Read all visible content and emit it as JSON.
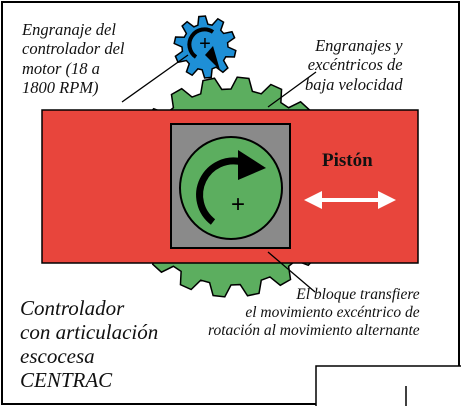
{
  "labels": {
    "motor_gear": [
      "Engranaje del",
      "controlador del",
      "motor (18 a",
      "1800 RPM)"
    ],
    "low_speed": [
      "Engranajes y",
      "excéntricos de",
      "baja velocidad"
    ],
    "piston": "Pistón",
    "block_note": [
      "El bloque transfiere",
      "el movimiento excéntrico de",
      "rotación al movimiento alternante"
    ],
    "title": [
      "Controlador",
      "con articulación",
      "escocesa",
      "CENTRAC"
    ]
  },
  "symbols": {
    "motor_center": "+",
    "gear_center": "+"
  },
  "colors": {
    "border": "#000000",
    "piston": "#e8453c",
    "gear": "#5cae5f",
    "block": "#8a8a8a",
    "motor_gear": "#1e8fd6",
    "arrow": "#ffffff"
  }
}
